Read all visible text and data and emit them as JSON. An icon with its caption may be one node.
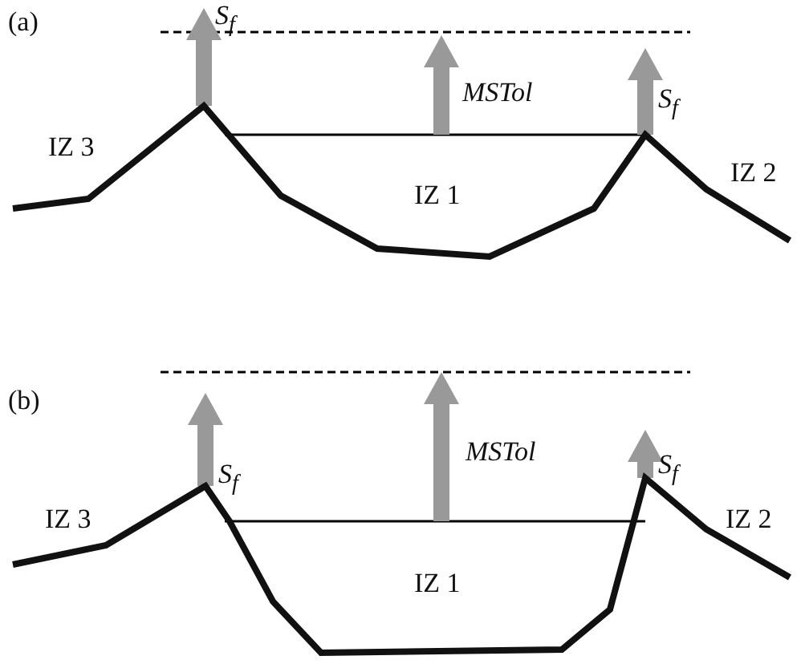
{
  "diagram": {
    "labels": [
      "(a)",
      "S$_{f}$",
      "MSTol",
      "S$_{f}$",
      "IZ 3",
      "IZ 1",
      "IZ 2",
      "(b)",
      "S$_{f}$",
      "MSTol",
      "S$_{f}$",
      "IZ 3",
      "IZ 1",
      "IZ 2"
    ]
  }
}
